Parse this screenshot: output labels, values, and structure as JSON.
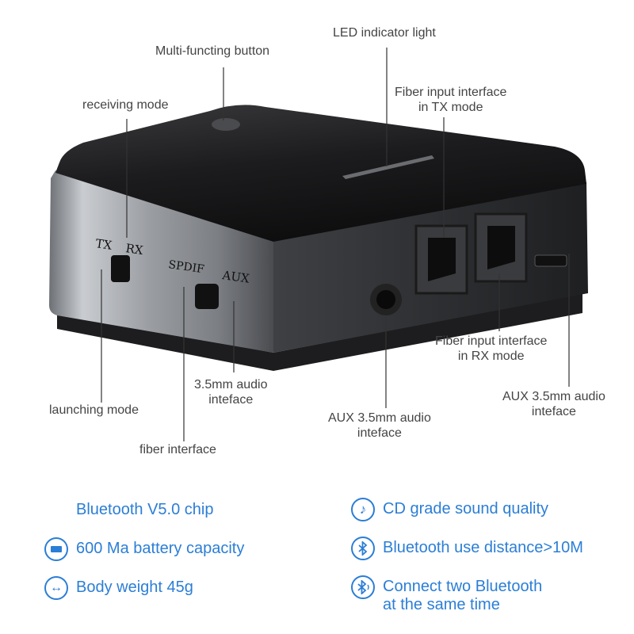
{
  "callouts": {
    "multi_button": "Multi-functing button",
    "led": "LED indicator light",
    "receiving": "receiving mode",
    "fiber_tx_1": "Fiber input interface",
    "fiber_tx_2": "in TX mode",
    "fiber_rx_1": "Fiber input interface",
    "fiber_rx_2": "in RX mode",
    "aux_right_1": "AUX 3.5mm audio",
    "aux_right_2": "inteface",
    "aux_mid_1": "AUX 3.5mm audio",
    "aux_mid_2": "inteface",
    "audio_1": "3.5mm audio",
    "audio_2": "inteface",
    "launching": "launching mode",
    "fiber": "fiber interface"
  },
  "device_labels": {
    "tx": "TX",
    "rx": "RX",
    "spdif": "SPDIF",
    "aux": "AUX"
  },
  "features": [
    {
      "text": "Bluetooth V5.0 chip",
      "icon": "none"
    },
    {
      "text": "600 Ma battery capacity",
      "icon": "battery-icon"
    },
    {
      "text": "Body weight 45g",
      "icon": "weight-arrows-icon"
    },
    {
      "text": "CD grade sound quality",
      "icon": "music-note-icon"
    },
    {
      "text": "Bluetooth use distance>10M",
      "icon": "bluetooth-icon"
    },
    {
      "text": "Connect two Bluetooth",
      "text2": "at the same time",
      "icon": "bluetooth-dual-icon"
    }
  ],
  "colors": {
    "accent": "#2b7ed6",
    "label": "#444444",
    "device_top": "#1a1a1a",
    "device_side": "#8a8d92"
  }
}
